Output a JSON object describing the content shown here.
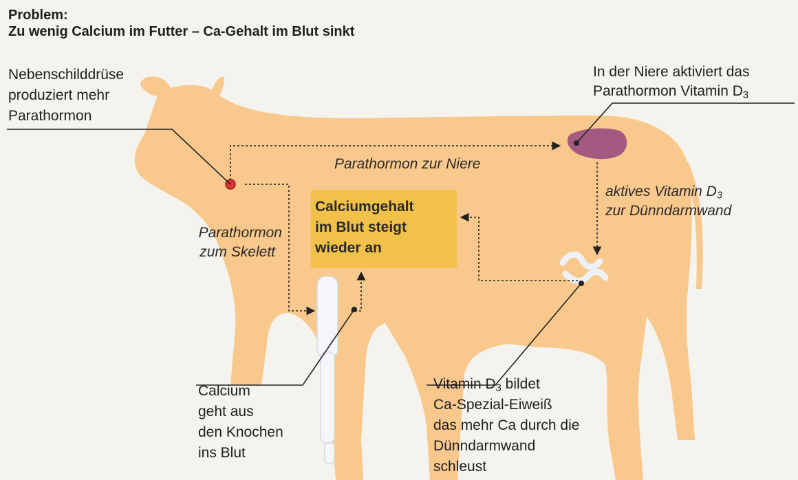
{
  "header": {
    "line1": "Problem:",
    "line2": "Zu wenig Calcium im Futter – Ca-Gehalt im Blut sinkt"
  },
  "labels": {
    "parathyroid": [
      "Nebenschilddrüse",
      "produziert mehr",
      "Parathormon"
    ],
    "kidney": [
      "In der Niere aktiviert das",
      "Parathormon Vitamin D"
    ],
    "kidney_sub": "3",
    "to_kidney": "Parathormon zur Niere",
    "to_skeleton": [
      "Parathormon",
      "zum Skelett"
    ],
    "vitd_arrow": [
      "aktives Vitamin D",
      "zur Dünndarmwand"
    ],
    "vitd_arrow_sub": "3",
    "result_box": [
      "Calciumgehalt",
      "im Blut steigt",
      "wieder an"
    ],
    "bone_note": [
      "Calcium",
      "geht aus",
      "den Knochen",
      "ins Blut"
    ],
    "intestine_note_first": "Vitamin D",
    "intestine_note_sub": "3",
    "intestine_note_first_rest": " bildet",
    "intestine_note": [
      "Ca-Spezial-Eiweiß",
      "das mehr Ca durch die",
      "Dünndarmwand",
      "schleust"
    ]
  },
  "colors": {
    "cow": "#f8c88d",
    "box": "#f2c14a",
    "kidney": "#a45a80",
    "gland": "#d93535",
    "line": "#222222"
  }
}
